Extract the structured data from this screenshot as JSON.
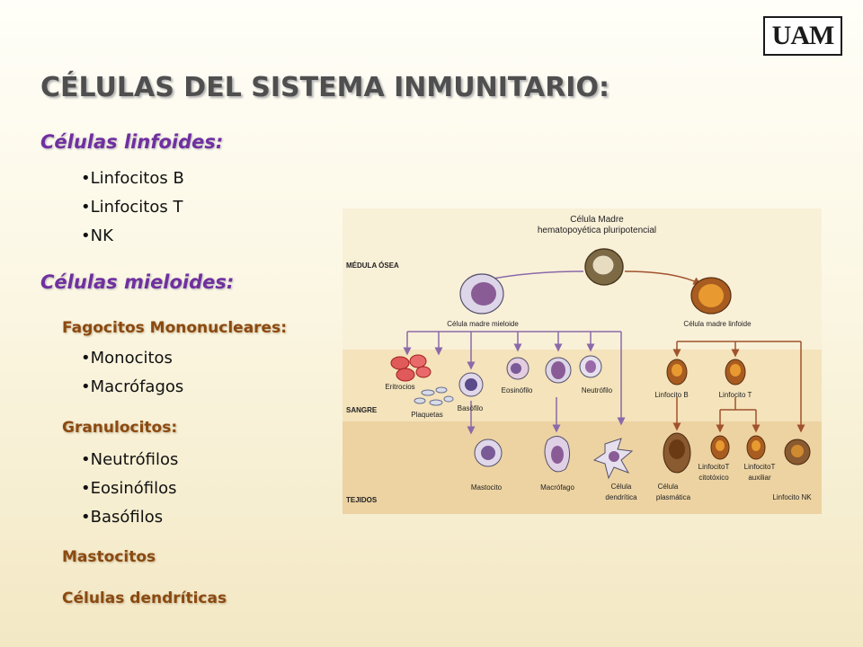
{
  "logo": {
    "text": "UAM"
  },
  "title": "CÉLULAS DEL SISTEMA INMUNITARIO:",
  "lymphoid": {
    "heading": "Células linfoides:",
    "items": [
      "Linfocitos B",
      "Linfocitos T",
      "NK"
    ]
  },
  "myeloid": {
    "heading": "Células mieloides:",
    "mononuclear": {
      "heading": "Fagocitos Mononucleares:",
      "items": [
        "Monocitos",
        "Macrófagos"
      ]
    },
    "granulocytes": {
      "heading": "Granulocitos:",
      "items": [
        "Neutrófilos",
        "Eosinófilos",
        "Basófilos"
      ]
    },
    "mast": "Mastocitos",
    "dendritic": "Células dendríticas"
  },
  "diagram": {
    "stem_line1": "Célula Madre",
    "stem_line2": "hematopoyética pluripotencial",
    "zones": {
      "marrow": "MÉDULA ÓSEA",
      "blood": "SANGRE",
      "tissues": "TEJIDOS"
    },
    "myeloid_progenitor": "Célula madre mieloide",
    "lymphoid_progenitor": "Célula madre linfoide",
    "erythrocytes": "Eritrocios",
    "platelets": "Plaquetas",
    "basophil": "Basófilo",
    "eosinophil": "Eosinófilo",
    "neutrophil": "Neutrófilo",
    "b_lymphocyte": "Linfocito B",
    "t_lymphocyte": "Linfocito T",
    "mast_cell": "Mastocito",
    "macrophage": "Macrófago",
    "dendritic_1": "Célula",
    "dendritic_2": "dendrítica",
    "plasma_1": "Célula",
    "plasma_2": "plasmática",
    "cytotoxic_1": "LinfocitoT",
    "cytotoxic_2": "citotóxico",
    "helper_1": "LinfocitoT",
    "helper_2": "auxiliar",
    "nk": "Linfocito NK"
  },
  "colors": {
    "title": "#4f4f4f",
    "purple_heading": "#7030a0",
    "brown_heading": "#8b4a10",
    "zone_marrow": "#f9f0d8",
    "zone_blood": "#f4e3bb",
    "zone_tissue": "#edd3a2",
    "arrow_purple": "#8a6aa8",
    "arrow_brown": "#a0522d"
  }
}
